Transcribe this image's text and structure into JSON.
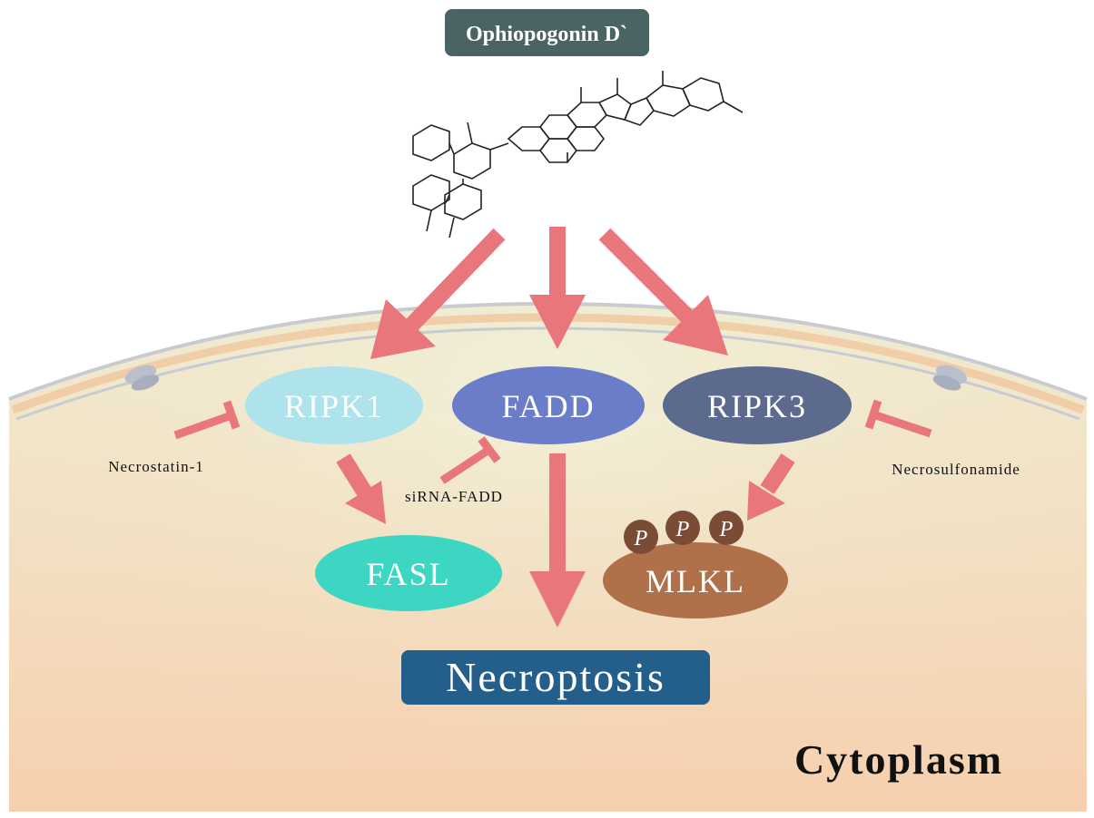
{
  "drug": {
    "label": "Ophiopogonin D`",
    "box_color": "#4a6464",
    "structure_icon": "chemical-structure-icon"
  },
  "nodes": {
    "ripk1": {
      "label": "RIPK1",
      "color": "#aee3ec"
    },
    "fadd": {
      "label": "FADD",
      "color": "#6b7cc8"
    },
    "ripk3": {
      "label": "RIPK3",
      "color": "#5c6a8e"
    },
    "fasl": {
      "label": "FASL",
      "color": "#3dd6c3"
    },
    "mlkl": {
      "label": "MLKL",
      "color": "#b0704a",
      "phospho_labels": [
        "P",
        "P",
        "P"
      ],
      "phospho_color": "#7a4b35"
    }
  },
  "inhibitors": {
    "necrostatin": "Necrostatin-1",
    "sirna": "siRNA-FADD",
    "necrosulfonamide": "Necrosulfonamide"
  },
  "outcome": {
    "label": "Necroptosis",
    "color": "#245f8c"
  },
  "compartment": {
    "label": "Cytoplasm"
  },
  "colors": {
    "arrow": "#e8767a",
    "cytoplasm_top": "#eef0d6",
    "cytoplasm_bottom": "#f6cfae",
    "membrane": "#c8cbd2"
  }
}
